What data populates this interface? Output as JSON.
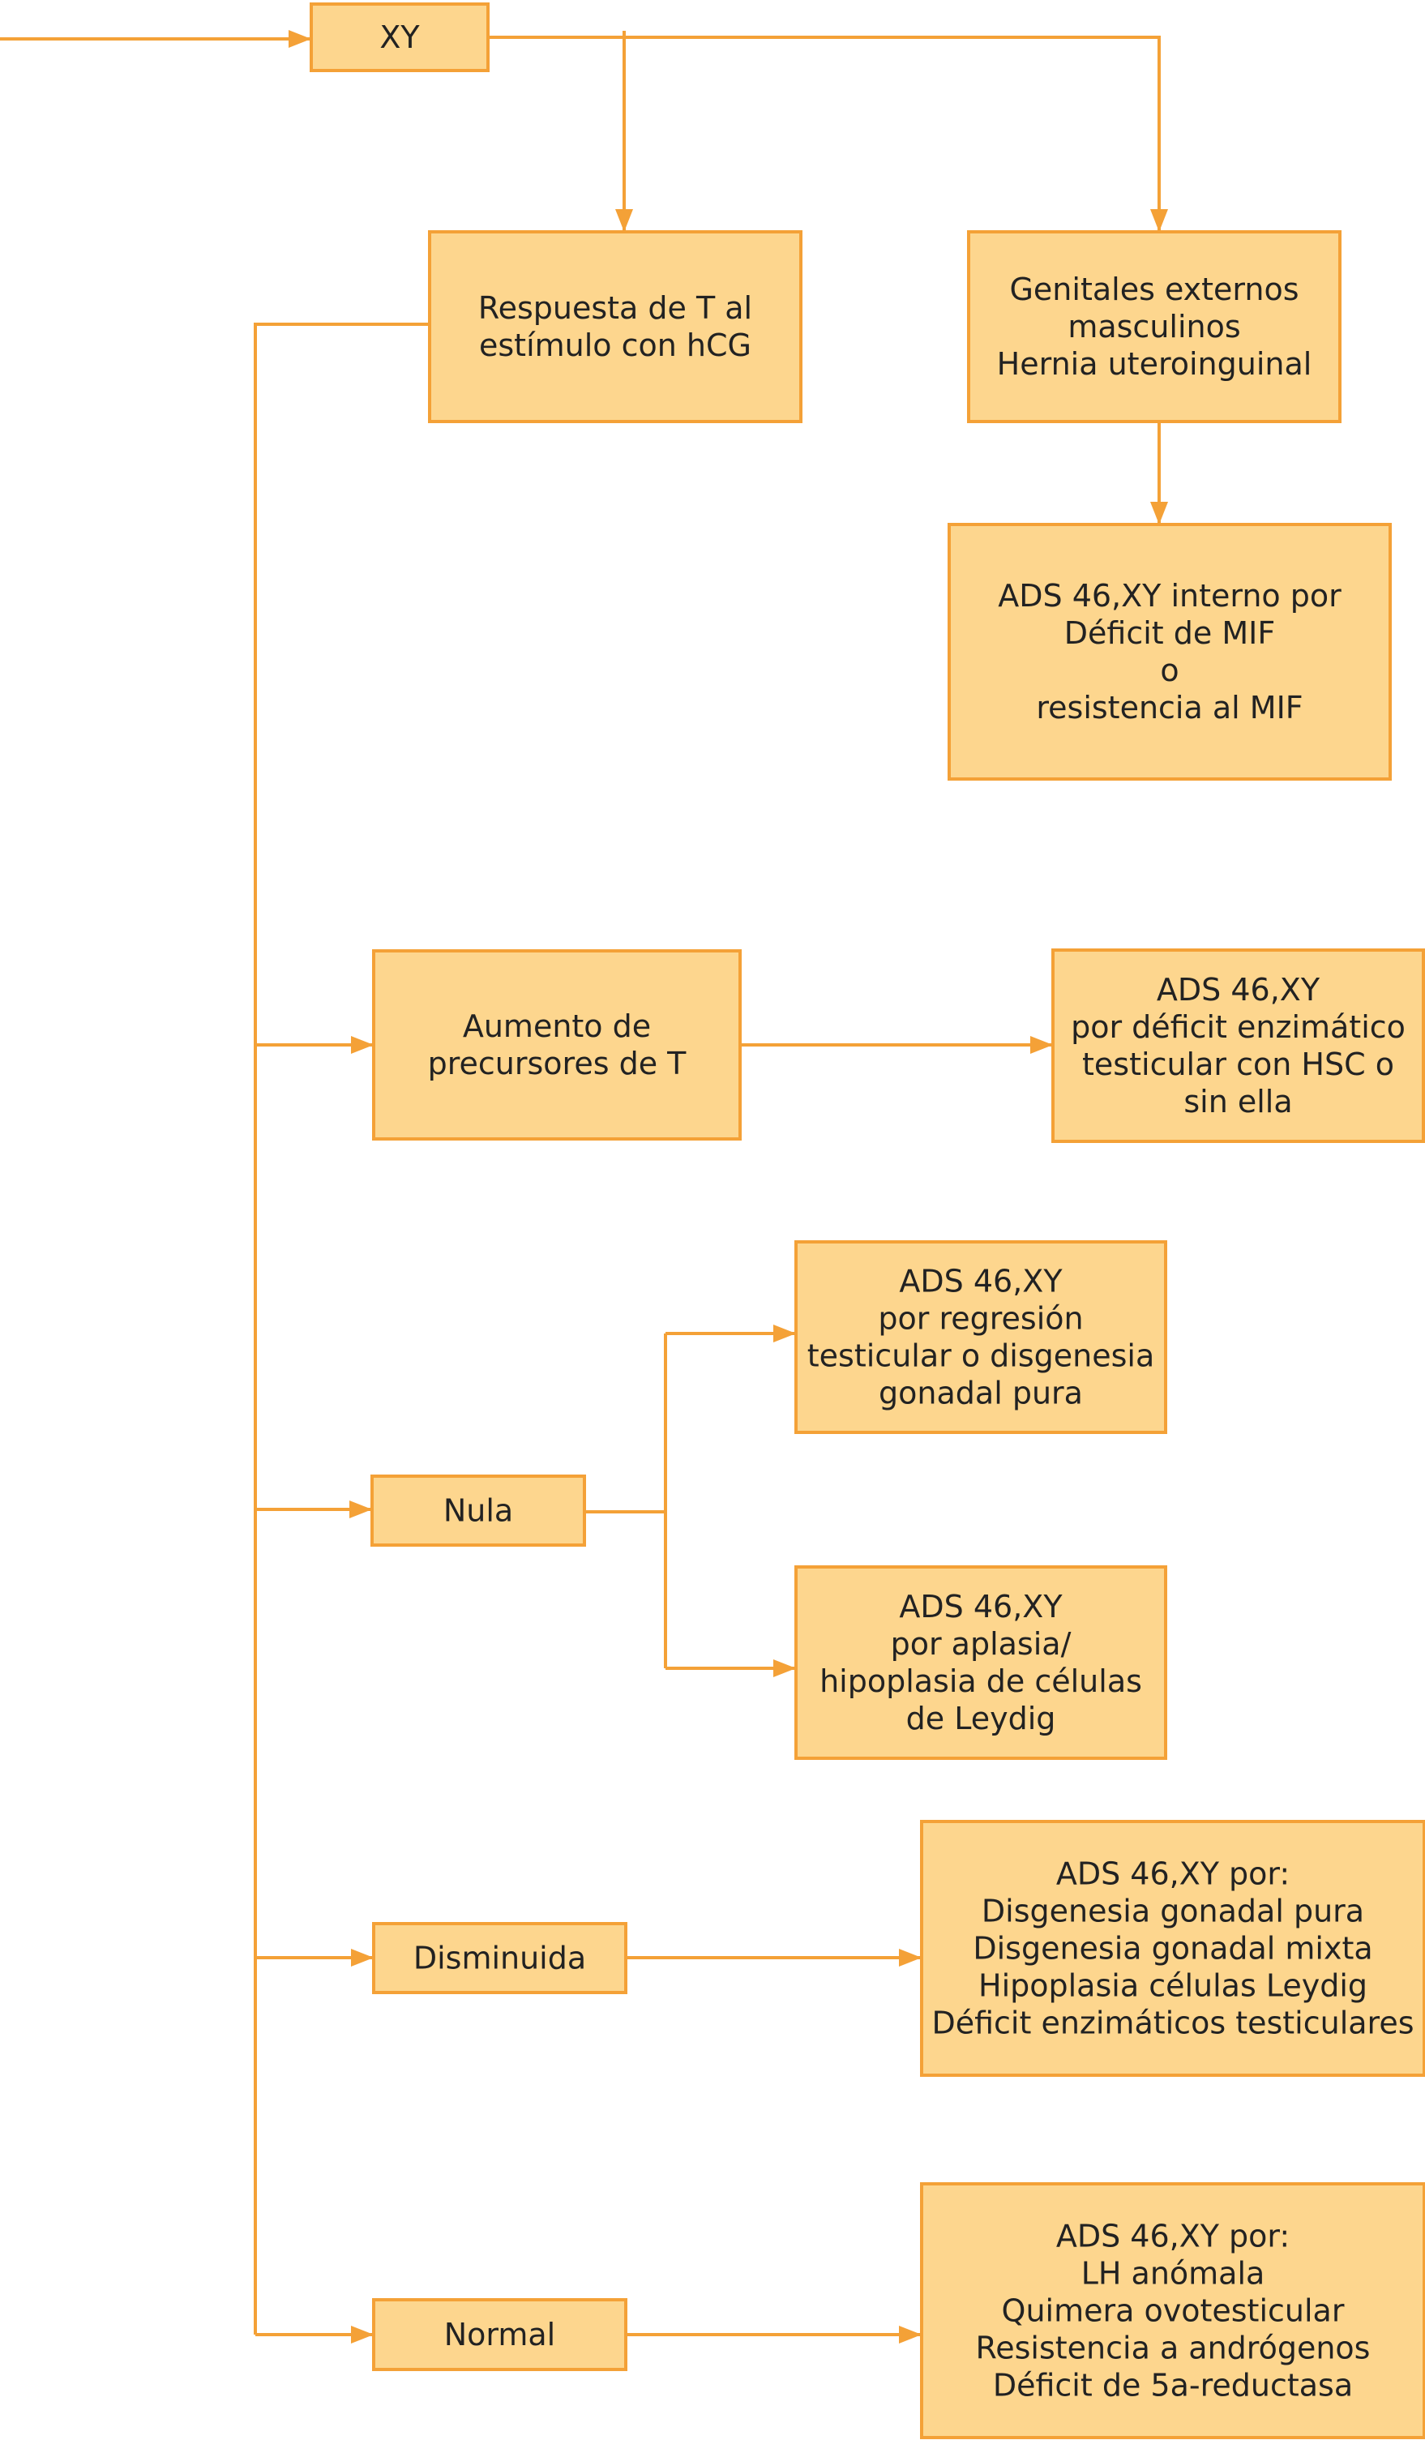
{
  "nodes": {
    "xy": {
      "lines": [
        "XY"
      ]
    },
    "respuesta": {
      "lines": [
        "Respuesta de T al",
        "estímulo con hCG"
      ]
    },
    "genitales": {
      "lines": [
        "Genitales externos",
        "masculinos",
        "Hernia uteroinguinal"
      ]
    },
    "mif": {
      "lines": [
        "ADS 46,XY interno por",
        "Déficit de MIF",
        "o",
        "resistencia al MIF"
      ]
    },
    "aumento": {
      "lines": [
        "Aumento de",
        "precursores de T"
      ]
    },
    "enzimatico": {
      "lines": [
        "ADS 46,XY",
        "por déficit enzimático",
        "testicular con HSC o",
        "sin ella"
      ]
    },
    "nula": {
      "lines": [
        "Nula"
      ]
    },
    "regresion": {
      "lines": [
        "ADS 46,XY",
        "por regresión",
        "testicular o disgenesia",
        "gonadal pura"
      ]
    },
    "aplasia": {
      "lines": [
        "ADS 46,XY",
        "por aplasia/",
        "hipoplasia de células",
        "de Leydig"
      ]
    },
    "disminuida": {
      "lines": [
        "Disminuida"
      ]
    },
    "disminuida_result": {
      "lines": [
        "ADS 46,XY por:",
        "Disgenesia gonadal pura",
        "Disgenesia gonadal mixta",
        "Hipoplasia células Leydig",
        "Déficit enzimáticos testiculares"
      ]
    },
    "normal": {
      "lines": [
        "Normal"
      ]
    },
    "normal_result": {
      "lines": [
        "ADS 46,XY por:",
        "LH anómala",
        "Quimera ovotesticular",
        "Resistencia a andrógenos",
        "Déficit de 5a-reductasa"
      ]
    }
  },
  "colors": {
    "box_fill": "#fdd68e",
    "line": "#f4a137",
    "text": "#222222"
  }
}
